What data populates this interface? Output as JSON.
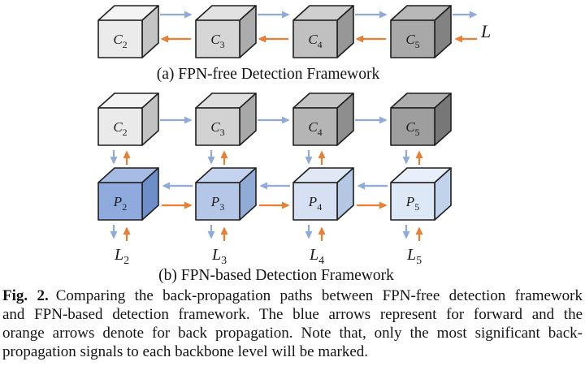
{
  "colors": {
    "forward": "#8FAADC",
    "backward": "#ED7D31",
    "outline": "#1F1F1F"
  },
  "legend": {
    "forward_meaning": "forward propagation (blue arrows)",
    "backward_meaning": "back propagation (orange arrows)"
  },
  "section_a": {
    "caption": "(a) FPN-free Detection Framework",
    "loss_label": "L",
    "cubes": [
      {
        "label": "C",
        "sub": "2",
        "front": "#EBEBEB",
        "top": "#F4F4F4",
        "side": "#C4C4C4"
      },
      {
        "label": "C",
        "sub": "3",
        "front": "#D6D6D6",
        "top": "#E2E2E2",
        "side": "#ACACAC"
      },
      {
        "label": "C",
        "sub": "4",
        "front": "#C0C0C0",
        "top": "#CFCFCF",
        "side": "#979797"
      },
      {
        "label": "C",
        "sub": "5",
        "front": "#A8A8A8",
        "top": "#B8B8B8",
        "side": "#828282"
      }
    ]
  },
  "section_b": {
    "caption": "(b) FPN-based Detection Framework",
    "backbone_cubes": [
      {
        "label": "C",
        "sub": "2",
        "front": "#EAEAEA",
        "top": "#F3F3F3",
        "side": "#C2C2C2"
      },
      {
        "label": "C",
        "sub": "3",
        "front": "#D2D2D2",
        "top": "#DEDEDE",
        "side": "#A8A8A8"
      },
      {
        "label": "C",
        "sub": "4",
        "front": "#B5B5B5",
        "top": "#C4C4C4",
        "side": "#8E8E8E"
      },
      {
        "label": "C",
        "sub": "5",
        "front": "#9E9E9E",
        "top": "#ADADAD",
        "side": "#777777"
      }
    ],
    "pyramid_cubes": [
      {
        "label": "P",
        "sub": "2",
        "front": "#8FAADC",
        "top": "#A7BCE5",
        "side": "#6E8EC9"
      },
      {
        "label": "P",
        "sub": "3",
        "front": "#B4C7E7",
        "top": "#C5D4EE",
        "side": "#92ABD6"
      },
      {
        "label": "P",
        "sub": "4",
        "front": "#D5E0F2",
        "top": "#E0E8F6",
        "side": "#B4C7E3"
      },
      {
        "label": "P",
        "sub": "5",
        "front": "#DDE8F6",
        "top": "#E7EFFA",
        "side": "#C0D3EA"
      }
    ],
    "loss_labels": [
      {
        "label": "L",
        "sub": "2"
      },
      {
        "label": "L",
        "sub": "3"
      },
      {
        "label": "L",
        "sub": "4"
      },
      {
        "label": "L",
        "sub": "5"
      }
    ]
  },
  "figure_caption": {
    "prefix": "Fig. 2.",
    "line1": "Comparing the back-propagation paths between FPN-free detection framework",
    "line2": "and FPN-based detection framework. The blue arrows represent for forward and the",
    "line3": "orange arrows denote for back propagation. Note that, only the most significant back-",
    "line4": "propagation signals to each backbone level will be marked."
  }
}
